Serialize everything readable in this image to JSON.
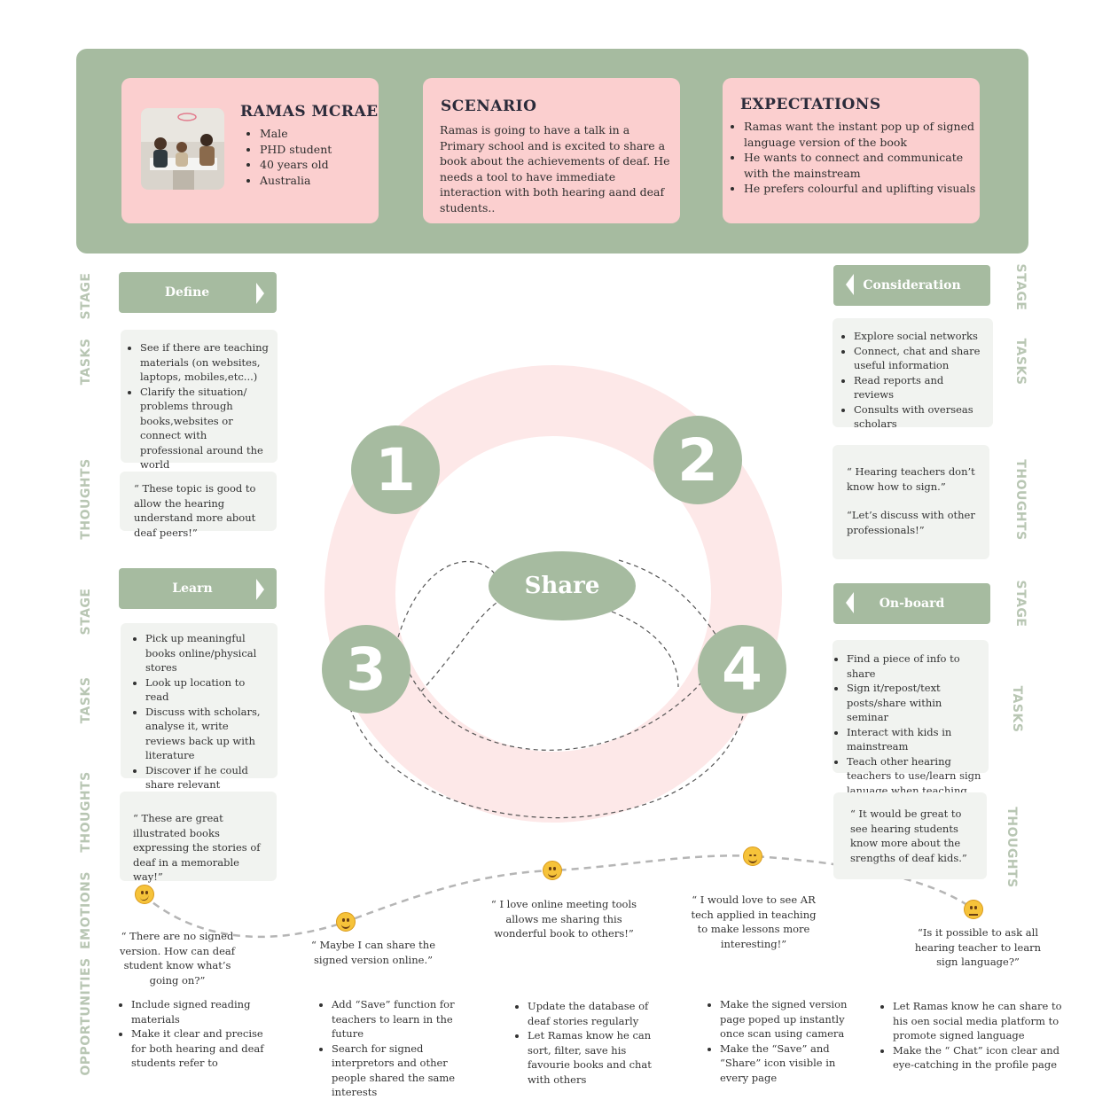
{
  "persona": {
    "name": "RAMAS MCRAE",
    "details": [
      "Male",
      "PHD student",
      "40 years old",
      "Australia"
    ]
  },
  "scenario": {
    "title": "SCENARIO",
    "text": "Ramas is going to have a talk in a Primary school and is excited to share a book about the achievements of deaf. He needs a tool to have immediate interaction with both hearing aand deaf students.."
  },
  "expectations": {
    "title": "EXPECTATIONS",
    "items": [
      "Ramas want the instant pop up of signed language version of the book",
      "He wants to connect and communicate with the mainstream",
      "He prefers colourful and uplifting visuals"
    ]
  },
  "labels": {
    "stage": "STAGE",
    "tasks": "TASKS",
    "thoughts": "THOUGHTS",
    "emotions": "EMOTIONS",
    "opportunities": "OPPORTUNITIES"
  },
  "stages": {
    "define": {
      "name": "Define",
      "tasks": [
        "See if there are teaching materials (on websites, laptops, mobiles,etc...)",
        "Clarify the situation/ problems through books,websites or connect with professional around the world"
      ],
      "thought": "“ These topic is good to allow the hearing understand more about deaf peers!”"
    },
    "learn": {
      "name": "Learn",
      "tasks": [
        "Pick up meaningful books online/physical stores",
        "Look up location to read",
        "Discuss with scholars, analyse it, write reviews back up with literature",
        "Discover if he could share relevant meaningful notes/journal to the public online"
      ],
      "thought": "“ These are great illustrated books expressing the stories of deaf in a memorable way!”"
    },
    "consideration": {
      "name": "Consideration",
      "tasks": [
        "Explore social networks",
        "Connect, chat and share useful information",
        "Read reports and reviews",
        "Consults with overseas scholars"
      ],
      "thought_1": "“ Hearing teachers don’t know how to sign.”",
      "thought_2": "“Let’s discuss with other professionals!”"
    },
    "onboard": {
      "name": "On-board",
      "tasks": [
        "Find a piece of info to share",
        "Sign it/repost/text posts/share within seminar",
        "Interact with kids in mainstream",
        "Teach other hearing teachers to use/learn sign lanuage when teaching"
      ],
      "thought": "“ It would be great to see hearing students know more about the srengths of deaf kids.”"
    }
  },
  "cycle": {
    "numbers": [
      "1",
      "2",
      "3",
      "4"
    ],
    "center": "Share"
  },
  "emotions": [
    "“ There are no signed version. How can deaf student know what’s going on?”",
    "“ Maybe I can share  the signed version  online.”",
    "“ I love online meeting tools allows me sharing this wonderful book to others!”",
    "“ I would love to see AR tech applied in teaching to make lessons more interesting!”",
    "“Is it possible to ask all hearing teacher to learn sign language?”"
  ],
  "emotion_icons": [
    "thinking-face-icon",
    "grinning-face-icon",
    "smiling-face-icon",
    "relieved-face-icon",
    "neutral-face-icon"
  ],
  "opportunities": [
    [
      "Include signed reading materials",
      "Make it clear and precise for both hearing and deaf students refer to"
    ],
    [
      "Add “Save” function for teachers to learn in the future",
      "Search for signed interpretors and other people shared the same interests"
    ],
    [
      "Update the database of deaf stories regularly",
      "Let Ramas know he can sort, filter, save his favourie books and chat  with others"
    ],
    [
      "Make the signed version page poped up instantly once scan using camera",
      "Make the “Save” and “Share” icon visible in every page"
    ],
    [
      "Let Ramas know he can share to his oen social media platform to promote signed language",
      "Make the “ Chat” icon clear and eye-catching in the profile page"
    ]
  ],
  "colors": {
    "sage": "#a6bba0",
    "pink": "#fbcfcf",
    "ring": "#fde8e8",
    "panel": "#f1f3f0",
    "label": "#b8c6b3"
  }
}
